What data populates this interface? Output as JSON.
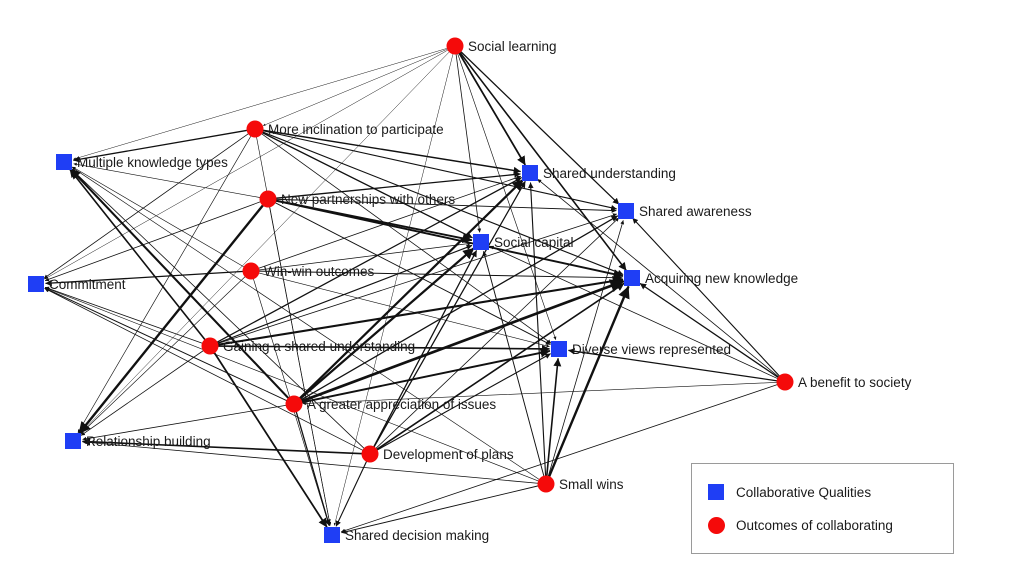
{
  "colors": {
    "quality": "#1f3ef5",
    "outcome": "#f50a0a",
    "edge": "#111111"
  },
  "nodes": [
    {
      "id": "social-learning",
      "label": "Social learning",
      "kind": "outcome"
    },
    {
      "id": "more-inclination",
      "label": "More inclination to participate",
      "kind": "outcome"
    },
    {
      "id": "multiple-knowledge",
      "label": "Multiple knowledge types",
      "kind": "quality"
    },
    {
      "id": "shared-understanding",
      "label": "Shared understanding",
      "kind": "quality"
    },
    {
      "id": "new-partnerships",
      "label": "New partnerships with others",
      "kind": "outcome"
    },
    {
      "id": "shared-awareness",
      "label": "Shared awareness",
      "kind": "quality"
    },
    {
      "id": "social-capital",
      "label": "Social capital",
      "kind": "quality"
    },
    {
      "id": "win-win",
      "label": "Win-win outcomes",
      "kind": "outcome"
    },
    {
      "id": "acquiring-knowledge",
      "label": "Acquiring new knowledge",
      "kind": "quality"
    },
    {
      "id": "commitment",
      "label": "Commitment",
      "kind": "quality"
    },
    {
      "id": "gaining-shared",
      "label": "Gaining a shared understanding",
      "kind": "outcome"
    },
    {
      "id": "diverse-views",
      "label": "Diverse views represented",
      "kind": "quality"
    },
    {
      "id": "benefit-society",
      "label": "A benefit to society",
      "kind": "outcome"
    },
    {
      "id": "greater-appreciation",
      "label": "A greater appreciation of issues",
      "kind": "outcome"
    },
    {
      "id": "relationship-building",
      "label": "Relationship building",
      "kind": "quality"
    },
    {
      "id": "development-plans",
      "label": "Development of plans",
      "kind": "outcome"
    },
    {
      "id": "small-wins",
      "label": "Small wins",
      "kind": "outcome"
    },
    {
      "id": "shared-decision",
      "label": "Shared decision making",
      "kind": "quality"
    }
  ],
  "edges": [
    [
      "social-learning",
      "shared-understanding",
      2.2
    ],
    [
      "social-learning",
      "shared-awareness",
      1.6
    ],
    [
      "social-learning",
      "acquiring-knowledge",
      2
    ],
    [
      "social-learning",
      "social-capital",
      1
    ],
    [
      "social-learning",
      "diverse-views",
      0.8
    ],
    [
      "social-learning",
      "shared-decision",
      0.6
    ],
    [
      "social-learning",
      "multiple-knowledge",
      0.6
    ],
    [
      "social-learning",
      "commitment",
      0.6
    ],
    [
      "social-learning",
      "more-inclination",
      0.6
    ],
    [
      "social-learning",
      "relationship-building",
      0.6
    ],
    [
      "social-learning",
      "shared-understanding",
      1.4
    ],
    [
      "more-inclination",
      "shared-understanding",
      1.8
    ],
    [
      "more-inclination",
      "shared-awareness",
      1.4
    ],
    [
      "more-inclination",
      "social-capital",
      1.6
    ],
    [
      "more-inclination",
      "acquiring-knowledge",
      1.4
    ],
    [
      "more-inclination",
      "diverse-views",
      1
    ],
    [
      "more-inclination",
      "multiple-knowledge",
      1.6
    ],
    [
      "more-inclination",
      "commitment",
      1
    ],
    [
      "more-inclination",
      "shared-decision",
      0.8
    ],
    [
      "more-inclination",
      "relationship-building",
      0.8
    ],
    [
      "new-partnerships",
      "shared-understanding",
      1.6
    ],
    [
      "new-partnerships",
      "shared-awareness",
      1.2
    ],
    [
      "new-partnerships",
      "social-capital",
      2.4
    ],
    [
      "new-partnerships",
      "acquiring-knowledge",
      2.4
    ],
    [
      "new-partnerships",
      "diverse-views",
      1.2
    ],
    [
      "new-partnerships",
      "relationship-building",
      3
    ],
    [
      "new-partnerships",
      "commitment",
      1
    ],
    [
      "new-partnerships",
      "multiple-knowledge",
      0.8
    ],
    [
      "new-partnerships",
      "shared-decision",
      0.8
    ],
    [
      "win-win",
      "commitment",
      1.6
    ],
    [
      "win-win",
      "acquiring-knowledge",
      1.2
    ],
    [
      "win-win",
      "shared-understanding",
      1
    ],
    [
      "win-win",
      "social-capital",
      1
    ],
    [
      "win-win",
      "multiple-knowledge",
      0.8
    ],
    [
      "win-win",
      "shared-decision",
      0.8
    ],
    [
      "win-win",
      "relationship-building",
      0.8
    ],
    [
      "win-win",
      "diverse-views",
      0.8
    ],
    [
      "gaining-shared",
      "acquiring-knowledge",
      2.6
    ],
    [
      "gaining-shared",
      "diverse-views",
      2
    ],
    [
      "gaining-shared",
      "shared-understanding",
      1.6
    ],
    [
      "gaining-shared",
      "social-capital",
      1.4
    ],
    [
      "gaining-shared",
      "shared-decision",
      2.2
    ],
    [
      "gaining-shared",
      "multiple-knowledge",
      2
    ],
    [
      "gaining-shared",
      "commitment",
      1
    ],
    [
      "gaining-shared",
      "relationship-building",
      1
    ],
    [
      "gaining-shared",
      "shared-awareness",
      1
    ],
    [
      "greater-appreciation",
      "acquiring-knowledge",
      3.4
    ],
    [
      "greater-appreciation",
      "shared-understanding",
      2.8
    ],
    [
      "greater-appreciation",
      "social-capital",
      2.8
    ],
    [
      "greater-appreciation",
      "diverse-views",
      2.4
    ],
    [
      "greater-appreciation",
      "shared-awareness",
      1.6
    ],
    [
      "greater-appreciation",
      "shared-decision",
      1.6
    ],
    [
      "greater-appreciation",
      "multiple-knowledge",
      2.6
    ],
    [
      "greater-appreciation",
      "commitment",
      1.2
    ],
    [
      "greater-appreciation",
      "relationship-building",
      1
    ],
    [
      "development-plans",
      "acquiring-knowledge",
      2
    ],
    [
      "development-plans",
      "shared-understanding",
      1.6
    ],
    [
      "development-plans",
      "social-capital",
      1.6
    ],
    [
      "development-plans",
      "diverse-views",
      1.4
    ],
    [
      "development-plans",
      "shared-decision",
      1.4
    ],
    [
      "development-plans",
      "relationship-building",
      2
    ],
    [
      "development-plans",
      "commitment",
      1
    ],
    [
      "development-plans",
      "multiple-knowledge",
      1
    ],
    [
      "development-plans",
      "shared-awareness",
      1
    ],
    [
      "small-wins",
      "acquiring-knowledge",
      3
    ],
    [
      "small-wins",
      "diverse-views",
      2
    ],
    [
      "small-wins",
      "shared-understanding",
      1.4
    ],
    [
      "small-wins",
      "social-capital",
      1.2
    ],
    [
      "small-wins",
      "shared-awareness",
      1
    ],
    [
      "small-wins",
      "shared-decision",
      1.2
    ],
    [
      "small-wins",
      "relationship-building",
      1
    ],
    [
      "small-wins",
      "commitment",
      0.8
    ],
    [
      "small-wins",
      "multiple-knowledge",
      0.8
    ],
    [
      "benefit-society",
      "acquiring-knowledge",
      1.6
    ],
    [
      "benefit-society",
      "shared-awareness",
      1.4
    ],
    [
      "benefit-society",
      "diverse-views",
      1.6
    ],
    [
      "benefit-society",
      "social-capital",
      1
    ],
    [
      "benefit-society",
      "shared-understanding",
      1
    ],
    [
      "benefit-society",
      "shared-decision",
      1
    ],
    [
      "benefit-society",
      "greater-appreciation",
      0.8
    ]
  ],
  "legend": {
    "quality_label": "Collaborative Qualities",
    "outcome_label": "Outcomes of collaborating"
  }
}
